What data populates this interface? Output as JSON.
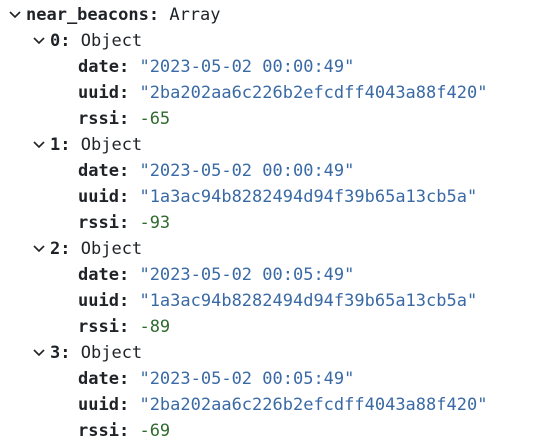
{
  "root": {
    "key": "near_beacons",
    "type": "Array"
  },
  "items": [
    {
      "index": "0",
      "type": "Object",
      "date": "\"2023-05-02 00:00:49\"",
      "uuid": "\"2ba202aa6c226b2efcdff4043a88f420\"",
      "rssi": "-65"
    },
    {
      "index": "1",
      "type": "Object",
      "date": "\"2023-05-02 00:00:49\"",
      "uuid": "\"1a3ac94b8282494d94f39b65a13cb5a\"",
      "rssi": "-93"
    },
    {
      "index": "2",
      "type": "Object",
      "date": "\"2023-05-02 00:05:49\"",
      "uuid": "\"1a3ac94b8282494d94f39b65a13cb5a\"",
      "rssi": "-89"
    },
    {
      "index": "3",
      "type": "Object",
      "date": "\"2023-05-02 00:05:49\"",
      "uuid": "\"2ba202aa6c226b2efcdff4043a88f420\"",
      "rssi": "-69"
    }
  ],
  "labels": {
    "date": "date",
    "uuid": "uuid",
    "rssi": "rssi",
    "colon": ":"
  },
  "icons": {
    "expander": "chevron-down-icon"
  },
  "colors": {
    "string": "#3a6aa5",
    "number": "#2f6b2f"
  }
}
